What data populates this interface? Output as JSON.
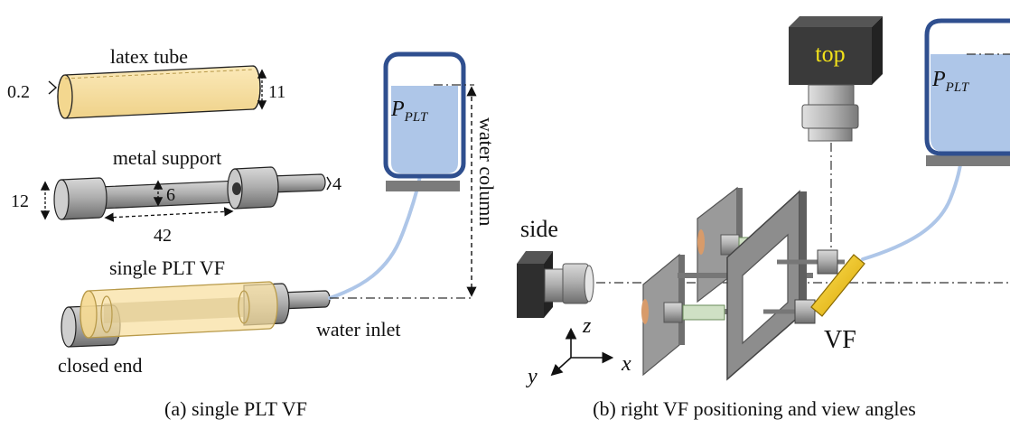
{
  "panel_a": {
    "latex_tube": {
      "label": "latex tube",
      "thickness": "0.2",
      "diameter": "11"
    },
    "metal_support": {
      "label": "metal support",
      "outer_diameter": "12",
      "rod_diameter": "6",
      "rod_length": "42",
      "inlet_diameter": "4"
    },
    "assembly": {
      "label": "single PLT VF",
      "closed_end": "closed end",
      "water_inlet": "water inlet"
    },
    "reservoir": {
      "pressure_symbol": "P",
      "pressure_subscript": "PLT",
      "water_column": "water column"
    },
    "caption": "(a)  single PLT VF"
  },
  "panel_b": {
    "top_camera": "top",
    "side_camera": "side",
    "reservoir": {
      "pressure_symbol": "P",
      "pressure_subscript": "PLT"
    },
    "vf_label": "VF",
    "axes": {
      "z": "z",
      "x": "x",
      "y": "y"
    },
    "caption": "(b)  right VF positioning and view angles"
  },
  "colors": {
    "latex": "#f8dfa0",
    "latex_stroke": "#b89a4a",
    "metal": "#a8a8a8",
    "water": "#aec6e8",
    "reservoir_frame": "#2f4f8f",
    "base": "#7b7b7b",
    "camera": "#3a3a3a",
    "camera_text": "#f2e21a",
    "vf_yellow": "#f2c21a"
  }
}
